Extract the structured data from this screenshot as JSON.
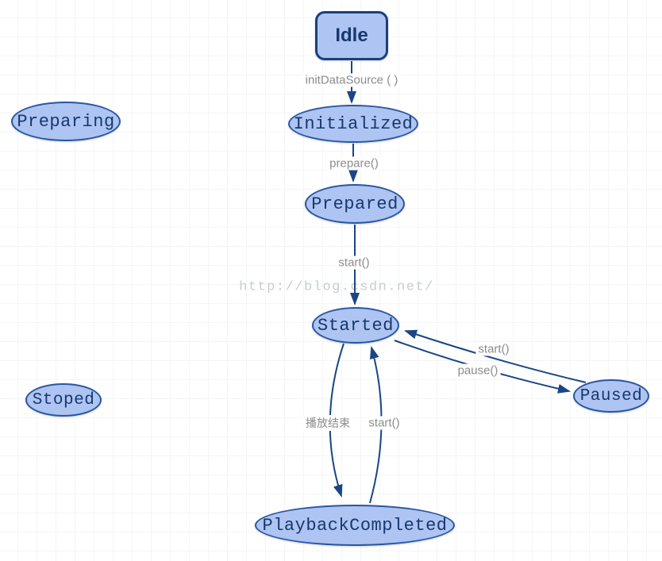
{
  "diagram": {
    "watermark": "http://blog.csdn.net/",
    "nodes": [
      {
        "id": "idle",
        "label": "Idle",
        "shape": "rounded-rect"
      },
      {
        "id": "preparing",
        "label": "Preparing",
        "shape": "ellipse"
      },
      {
        "id": "initialized",
        "label": "Initialized",
        "shape": "ellipse"
      },
      {
        "id": "prepared",
        "label": "Prepared",
        "shape": "ellipse"
      },
      {
        "id": "started",
        "label": "Started",
        "shape": "ellipse"
      },
      {
        "id": "stoped",
        "label": "Stoped",
        "shape": "ellipse"
      },
      {
        "id": "paused",
        "label": "Paused",
        "shape": "ellipse"
      },
      {
        "id": "playback_completed",
        "label": "PlaybackCompleted",
        "shape": "ellipse"
      }
    ],
    "edges": [
      {
        "from": "idle",
        "to": "initialized",
        "label": "initDataSource ( )"
      },
      {
        "from": "initialized",
        "to": "prepared",
        "label": "prepare()"
      },
      {
        "from": "prepared",
        "to": "started",
        "label": "start()"
      },
      {
        "from": "paused",
        "to": "started",
        "label": "start()"
      },
      {
        "from": "started",
        "to": "paused",
        "label": "pause()"
      },
      {
        "from": "started",
        "to": "playback_completed",
        "label": "播放结束"
      },
      {
        "from": "playback_completed",
        "to": "started",
        "label": "start()"
      }
    ],
    "colors": {
      "node_fill": "#aec4f2",
      "node_border": "#2a56a0",
      "idle_border": "#1d3f7a",
      "node_text": "#17386e",
      "edge": "#1b4586",
      "edge_label_text": "#8c8c8c",
      "watermark_text": "#c9cdd0"
    }
  }
}
